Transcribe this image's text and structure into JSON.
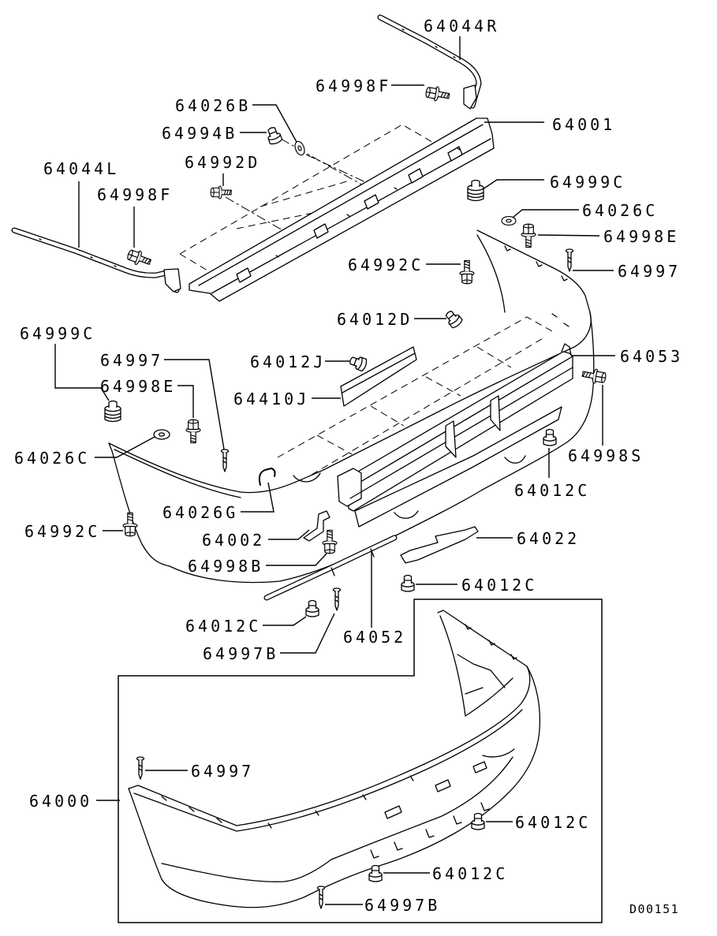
{
  "diagram": {
    "labels": [
      "64044R",
      "64998F",
      "64026B",
      "64001",
      "64994B",
      "64992D",
      "64044L",
      "64998F",
      "64999C",
      "64026C",
      "64998E",
      "64992C",
      "64997",
      "64012D",
      "64999C",
      "64053",
      "64997",
      "64012J",
      "64998E",
      "64410J",
      "64998S",
      "64026C",
      "64012C",
      "64026G",
      "64992C",
      "64002",
      "64022",
      "64998B",
      "64012C",
      "64012C",
      "64052",
      "64997B",
      "64997",
      "64000",
      "64012C",
      "64012C",
      "64997B"
    ],
    "code": "D00151"
  },
  "colors": {
    "line": "#000000",
    "background": "#ffffff"
  }
}
